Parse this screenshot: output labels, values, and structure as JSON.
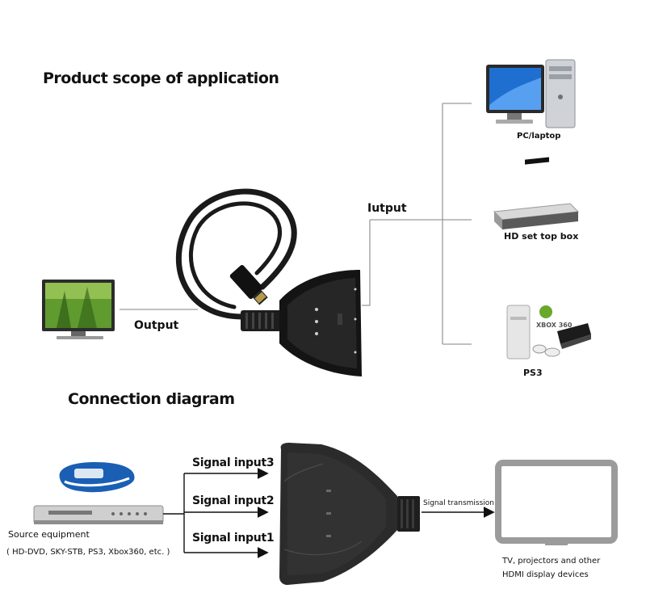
{
  "top": {
    "title": "Product scope of application",
    "input_label": "Iutput",
    "output_label": "Output",
    "devices": [
      {
        "name": "pc",
        "label": "PC/laptop"
      },
      {
        "name": "stb",
        "label": "HD set top box"
      },
      {
        "name": "ps3",
        "label": "PS3"
      }
    ],
    "console_brand": "XBOX 360"
  },
  "bottom": {
    "title": "Connection diagram",
    "inputs": [
      "Signal input3",
      "Signal input2",
      "Signal input1"
    ],
    "transmission_label": "Signal transmission",
    "source_label": "Source equipment",
    "source_examples": "( HD-DVD, SKY-STB, PS3, Xbox360, etc. )",
    "display_label_line1": "TV, projectors and other",
    "display_label_line2": "HDMI display devices"
  },
  "colors": {
    "line": "#9a9a9a",
    "arrow": "#111111",
    "switch_body": "#2b2b2b",
    "cable": "#1a1a1a"
  }
}
